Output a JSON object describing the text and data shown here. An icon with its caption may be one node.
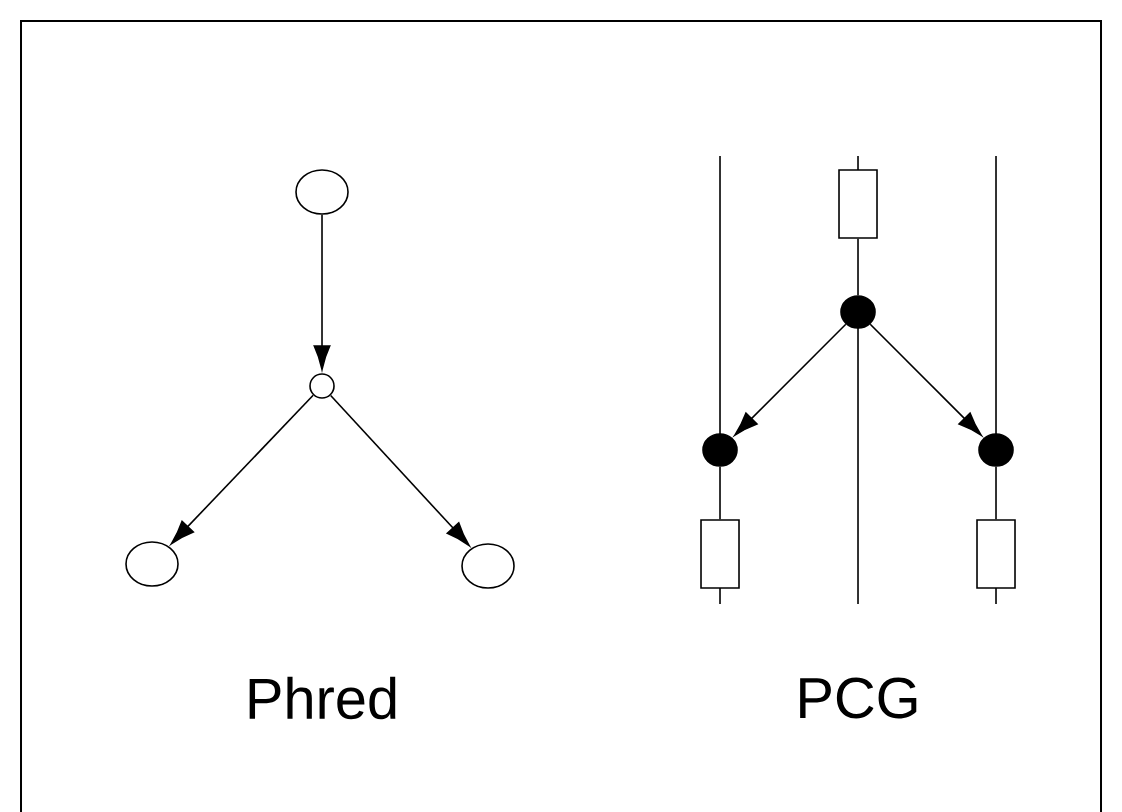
{
  "diagram": {
    "nodes": [
      {
        "text": [],
        "shape": "ellipse"
      },
      {
        "text": [],
        "shape": "circle"
      },
      {
        "text": [],
        "shape": "ellipse"
      },
      {
        "text": [],
        "shape": "ellipse"
      },
      {
        "text": [],
        "shape": "box"
      },
      {
        "text": [],
        "shape": "dot"
      },
      {
        "text": [],
        "shape": "dot"
      },
      {
        "text": [],
        "shape": "dot"
      },
      {
        "text": [],
        "shape": "box"
      },
      {
        "text": [],
        "shape": "box"
      }
    ],
    "edges": [
      {
        "from": 0,
        "to": 1,
        "arrow": "to"
      },
      {
        "from": 1,
        "to": 2,
        "arrow": "to"
      },
      {
        "from": 1,
        "to": 3,
        "arrow": "to"
      },
      {
        "from": 4,
        "to": 5,
        "arrow": "none"
      },
      {
        "from": 5,
        "to": 6,
        "arrow": "to"
      },
      {
        "from": 5,
        "to": 7,
        "arrow": "to"
      },
      {
        "from": 6,
        "to": 8,
        "arrow": "none"
      },
      {
        "from": 7,
        "to": 9,
        "arrow": "none"
      }
    ],
    "labels": [
      "Phred",
      "PCG"
    ]
  }
}
